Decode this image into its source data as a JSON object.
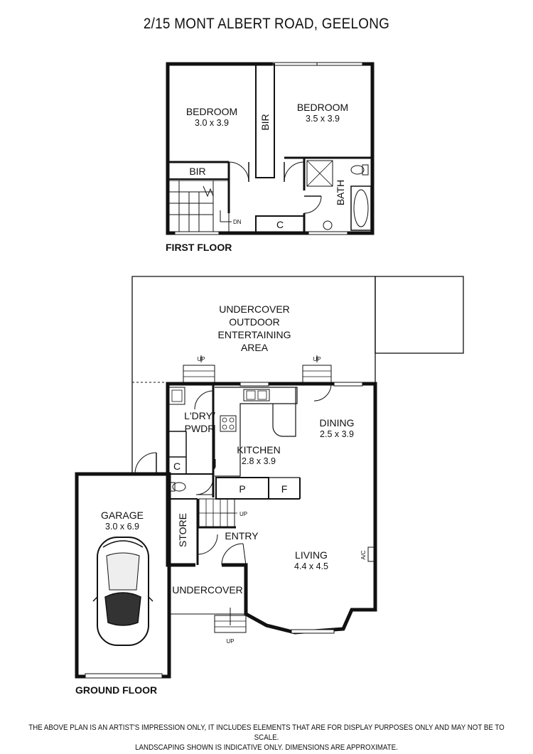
{
  "title": "2/15 MONT ALBERT ROAD, GEELONG",
  "floors": {
    "first": "FIRST FLOOR",
    "ground": "GROUND FLOOR"
  },
  "rooms": {
    "bed1": {
      "name": "BEDROOM",
      "dim": "3.0 x 3.9"
    },
    "bed2": {
      "name": "BEDROOM",
      "dim": "3.5 x 3.9"
    },
    "bir_v": "BIR",
    "bir_h": "BIR",
    "bath": "BATH",
    "cupboard_up": "C",
    "dn": "DN",
    "outdoor": [
      "UNDERCOVER",
      "OUTDOOR",
      "ENTERTAINING",
      "AREA"
    ],
    "laundry": [
      "L'DRY/",
      "PWDR"
    ],
    "kitchen": {
      "name": "KITCHEN",
      "dim": "2.8 x 3.9"
    },
    "dining": {
      "name": "DINING",
      "dim": "2.5 x 3.9"
    },
    "living": {
      "name": "LIVING",
      "dim": "4.4 x 4.5"
    },
    "garage": {
      "name": "GARAGE",
      "dim": "3.0 x 6.9"
    },
    "store": "STORE",
    "entry": "ENTRY",
    "undercover": "UNDERCOVER",
    "cupboard_down": "C",
    "pantry": "P",
    "fridge": "F",
    "ac": "A/C",
    "up1": "UP",
    "up2": "UP",
    "up3": "UP",
    "up4": "UP"
  },
  "disclaimer": [
    "THE ABOVE PLAN IS AN ARTIST'S IMPRESSION ONLY, IT INCLUDES ELEMENTS THAT ARE FOR DISPLAY PURPOSES ONLY AND MAY NOT BE TO SCALE.",
    "LANDSCAPING SHOWN IS INDICATIVE ONLY. DIMENSIONS ARE APPROXIMATE."
  ]
}
